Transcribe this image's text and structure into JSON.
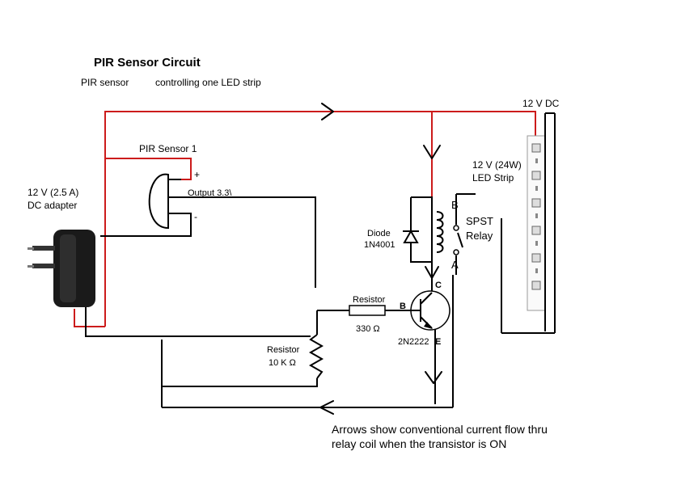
{
  "title": "PIR Sensor Circuit",
  "subtitle_left": "PIR sensor",
  "subtitle_right": "controlling one LED strip",
  "labels": {
    "supply_voltage": "12 V DC",
    "pir_sensor": "PIR Sensor 1",
    "pir_plus": "+",
    "pir_output": "Output 3.3\\",
    "pir_minus": "-",
    "adapter_line1": "12 V (2.5 A)",
    "adapter_line2": "DC adapter",
    "led_line1": "12 V (24W)",
    "led_line2": "LED Strip",
    "diode_line1": "Diode",
    "diode_line2": "1N4001",
    "relay_b": "B",
    "relay_a": "A",
    "relay_line1": "SPST",
    "relay_line2": "Relay",
    "resistor1_name": "Resistor",
    "resistor1_value": "330 Ω",
    "transistor_b": "B",
    "transistor_c": "C",
    "transistor_e": "E",
    "transistor_part": "2N2222",
    "resistor2_name": "Resistor",
    "resistor2_value": "10 K Ω"
  },
  "note_line1": "Arrows show conventional current flow thru",
  "note_line2": "relay coil when the transistor is ON",
  "colors": {
    "positive_wire": "#cc1b1b",
    "wire": "#000000"
  }
}
